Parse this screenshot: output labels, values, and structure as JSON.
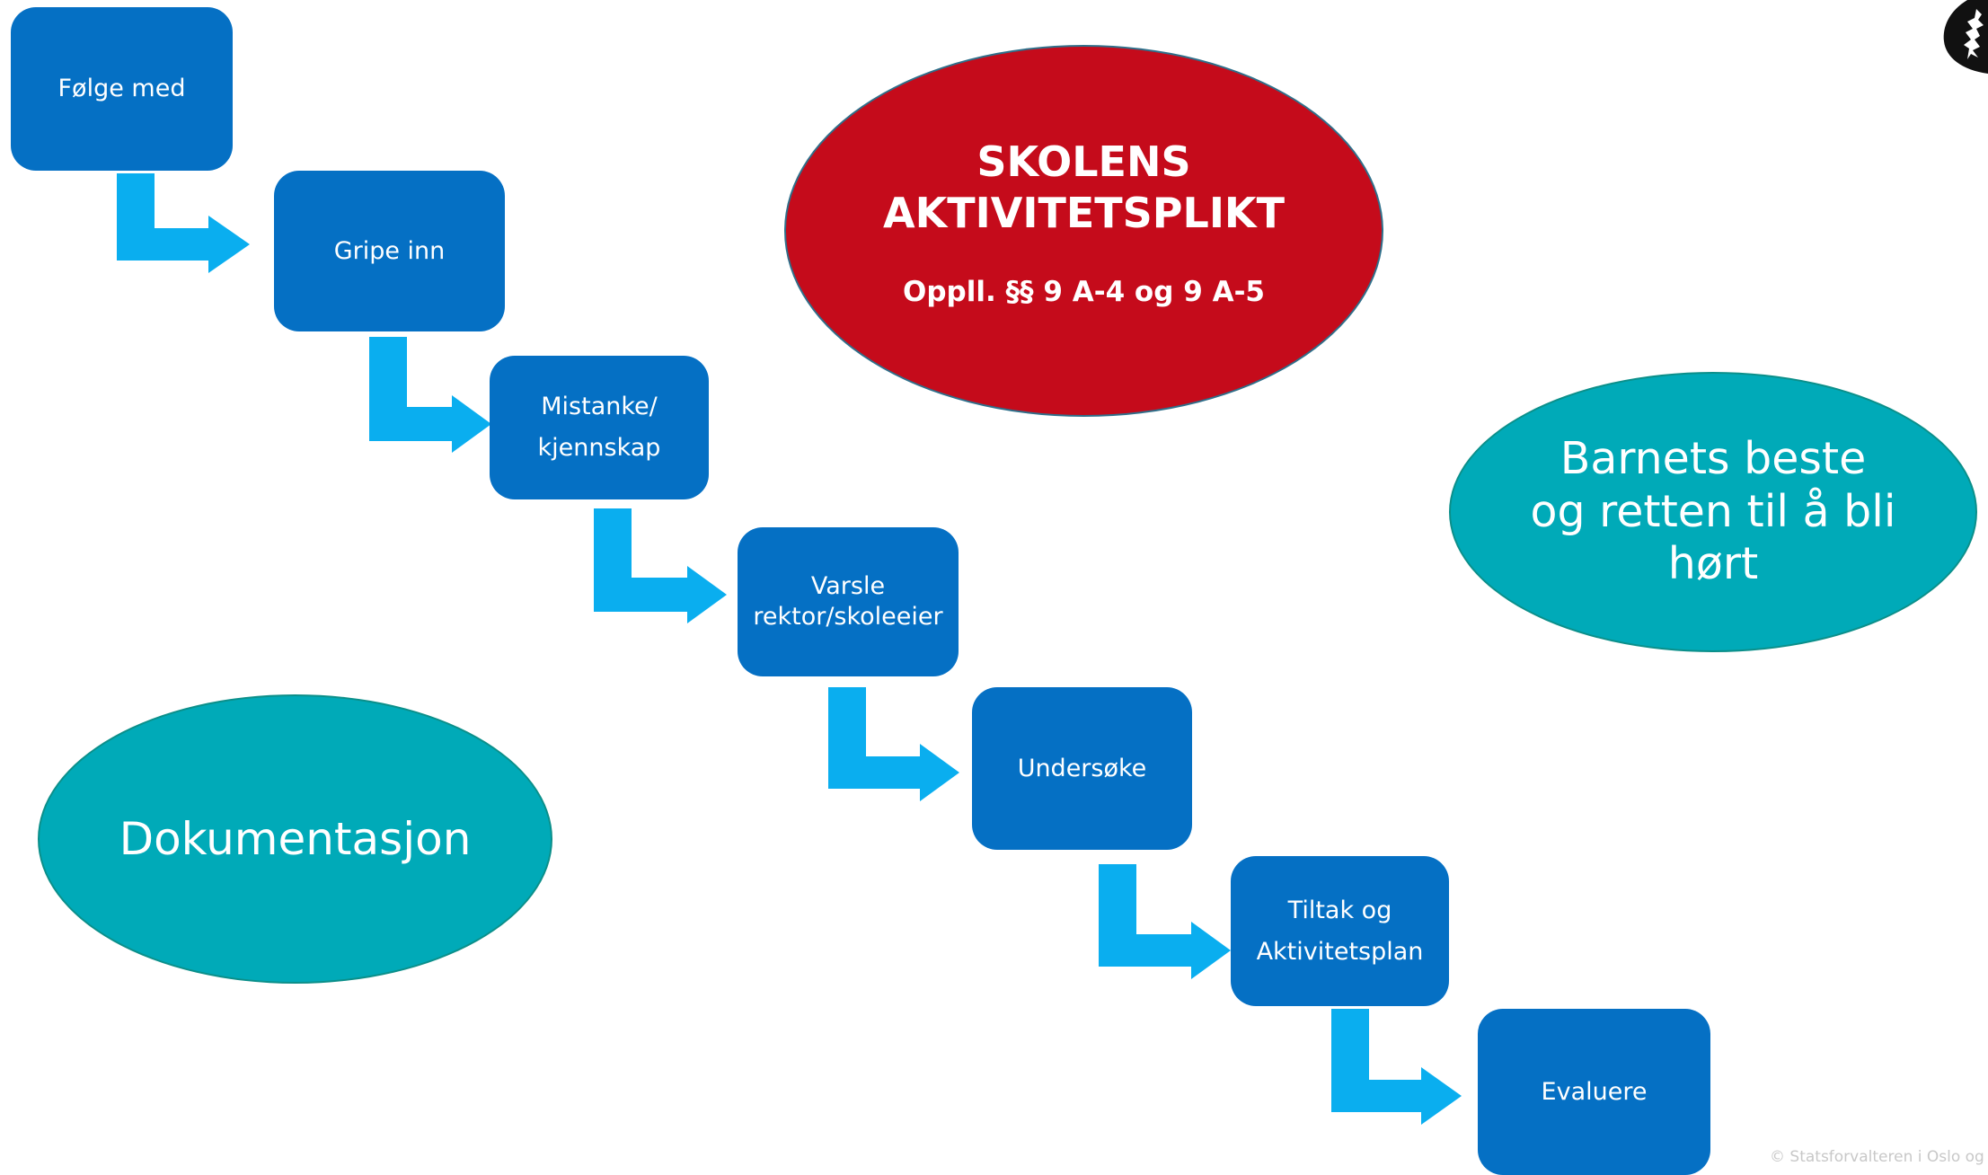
{
  "steps": [
    {
      "lines": [
        "Følge med"
      ]
    },
    {
      "lines": [
        "Gripe inn"
      ]
    },
    {
      "lines": [
        "Mistanke/",
        "kjennskap"
      ]
    },
    {
      "lines": [
        "Varsle",
        "rektor/skoleeier"
      ]
    },
    {
      "lines": [
        "Undersøke"
      ]
    },
    {
      "lines": [
        "Tiltak og",
        "Aktivitetsplan"
      ]
    },
    {
      "lines": [
        "Evaluere"
      ]
    }
  ],
  "duty": {
    "title_line1": "SKOLENS",
    "title_line2": "AKTIVITETSPLIKT",
    "subtitle": "Oppll. §§ 9 A-4 og 9 A-5"
  },
  "best_interest": {
    "line1": "Barnets beste",
    "line2": "og retten til å bli",
    "line3": "hørt"
  },
  "documentation": {
    "label": "Dokumentasjon"
  },
  "footer": {
    "text": "© Statsforvalteren i Oslo og"
  },
  "logo": {
    "icon": "coat-of-arms-icon"
  },
  "colors": {
    "step_box": "#0570c4",
    "arrow": "#0aaeef",
    "duty_ellipse": "#c50b1b",
    "teal_ellipse": "#00aab8"
  }
}
